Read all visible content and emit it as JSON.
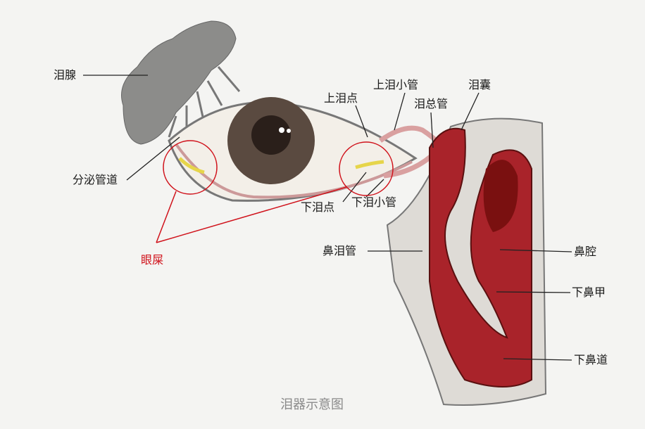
{
  "caption": "泪器示意图",
  "labels": {
    "lacrimal_gland": "泪腺",
    "secretory_ducts": "分泌管道",
    "upper_punctum": "上泪点",
    "upper_canaliculus": "上泪小管",
    "common_canaliculus": "泪总管",
    "lacrimal_sac": "泪囊",
    "lower_punctum": "下泪点",
    "lower_canaliculus": "下泪小管",
    "eye_discharge": "眼屎",
    "nasolacrimal_duct": "鼻泪管",
    "nasal_cavity": "鼻腔",
    "inferior_turbinate": "下鼻甲",
    "inferior_meatus": "下鼻道"
  },
  "colors": {
    "highlight": "#d0121b"
  }
}
